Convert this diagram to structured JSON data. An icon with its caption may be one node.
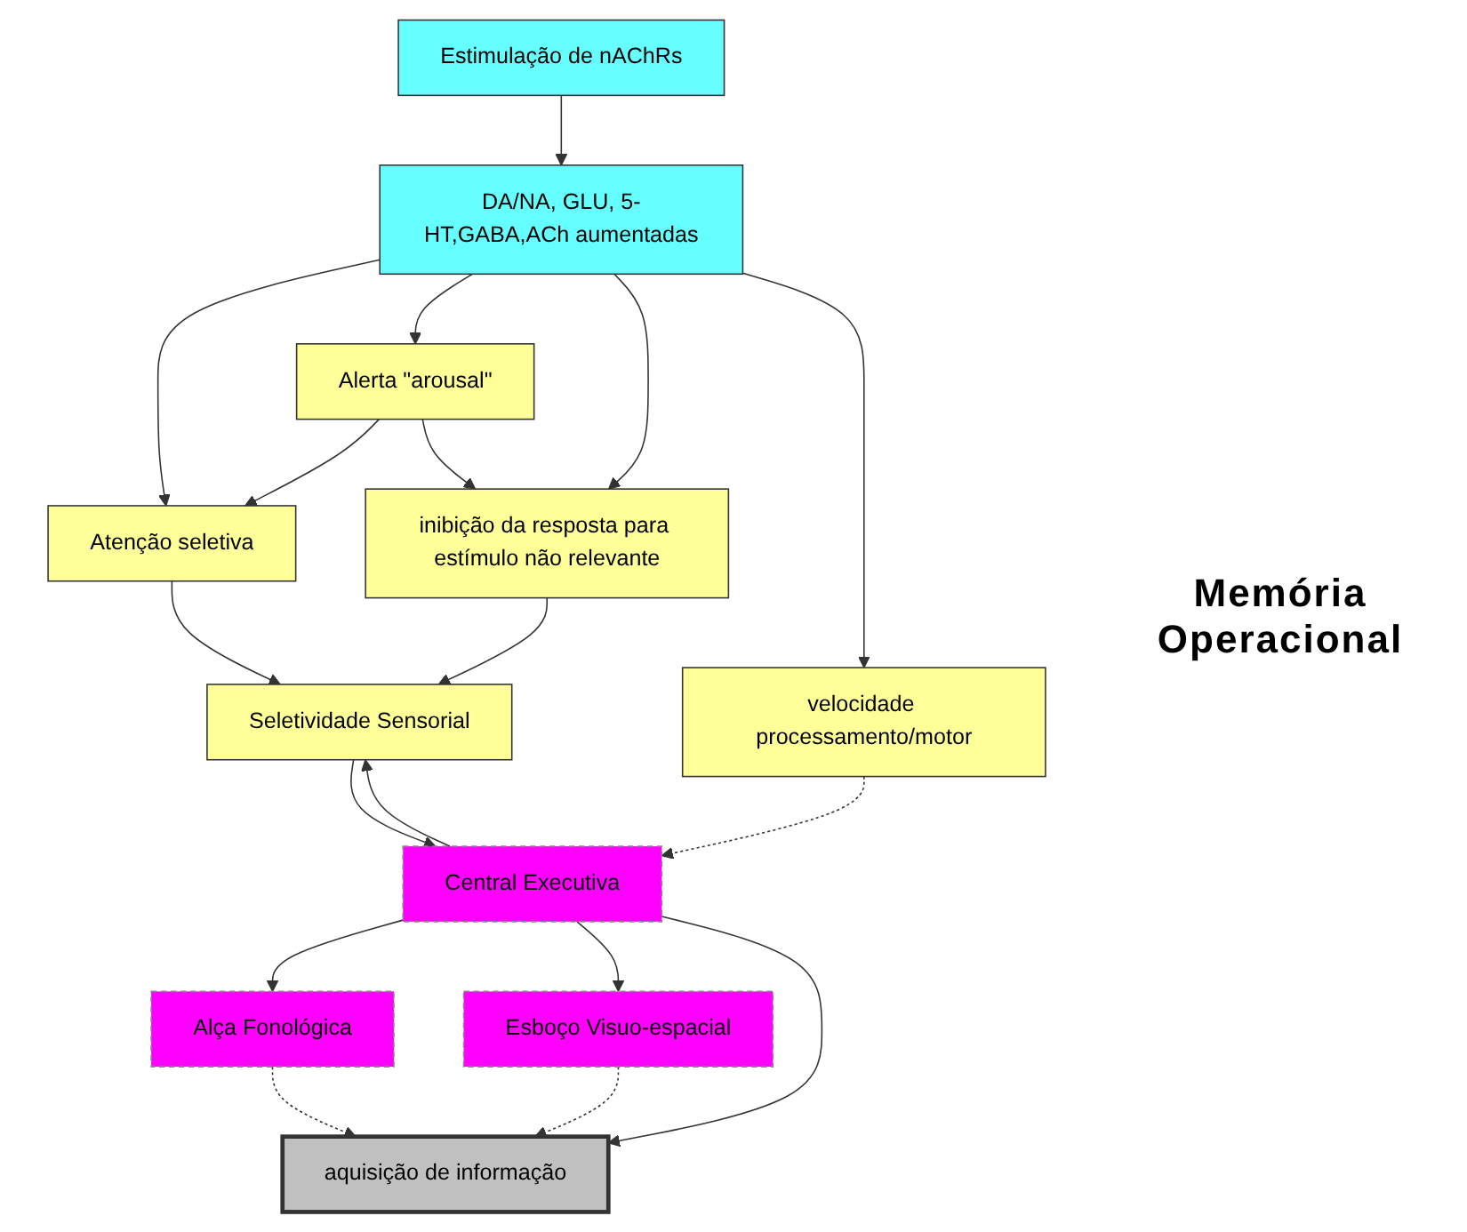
{
  "diagram": {
    "nodes": [
      {
        "text": [
          "Estimulação de nAChRs"
        ]
      },
      {
        "text": [
          "DA/NA, GLU, 5-HT,GABA,ACh aumentadas"
        ]
      },
      {
        "text": [
          "Atenção seletiva"
        ]
      },
      {
        "text": [
          "Alerta \"arousal\""
        ]
      },
      {
        "text": [
          "inibição da resposta para estímulo não relevante"
        ]
      },
      {
        "text": [
          "velocidade processamento/motor"
        ]
      },
      {
        "text": [
          "Seletividade Sensorial"
        ]
      },
      {
        "text": [
          "Central Executiva"
        ]
      },
      {
        "text": [
          "Alça Fonológica"
        ]
      },
      {
        "text": [
          "Esboço Visuo-espacial"
        ]
      },
      {
        "text": [
          "aquisição de informação"
        ]
      }
    ],
    "edges": [
      {
        "from": 0,
        "to": 1,
        "arrow": "to"
      },
      {
        "from": 1,
        "to": 2,
        "arrow": "to"
      },
      {
        "from": 1,
        "to": 3,
        "arrow": "to"
      },
      {
        "from": 1,
        "to": 4,
        "arrow": "to"
      },
      {
        "from": 1,
        "to": 5,
        "arrow": "to"
      },
      {
        "from": 3,
        "to": 2,
        "arrow": "to"
      },
      {
        "from": 3,
        "to": 4,
        "arrow": "to"
      },
      {
        "from": 2,
        "to": 6,
        "arrow": "to"
      },
      {
        "from": 4,
        "to": 6,
        "arrow": "to"
      },
      {
        "from": 5,
        "to": 7,
        "arrow": "to",
        "style": "dashed"
      },
      {
        "from": 6,
        "to": 7,
        "arrow": "to"
      },
      {
        "from": 7,
        "to": 6,
        "arrow": "to"
      },
      {
        "from": 7,
        "to": 8,
        "arrow": "to"
      },
      {
        "from": 7,
        "to": 9,
        "arrow": "to"
      },
      {
        "from": 7,
        "to": 10,
        "arrow": "to"
      },
      {
        "from": 8,
        "to": 10,
        "arrow": "to",
        "style": "dashed"
      },
      {
        "from": 9,
        "to": 10,
        "arrow": "to",
        "style": "dashed"
      }
    ],
    "labels": [
      "Memória Operacional"
    ]
  }
}
